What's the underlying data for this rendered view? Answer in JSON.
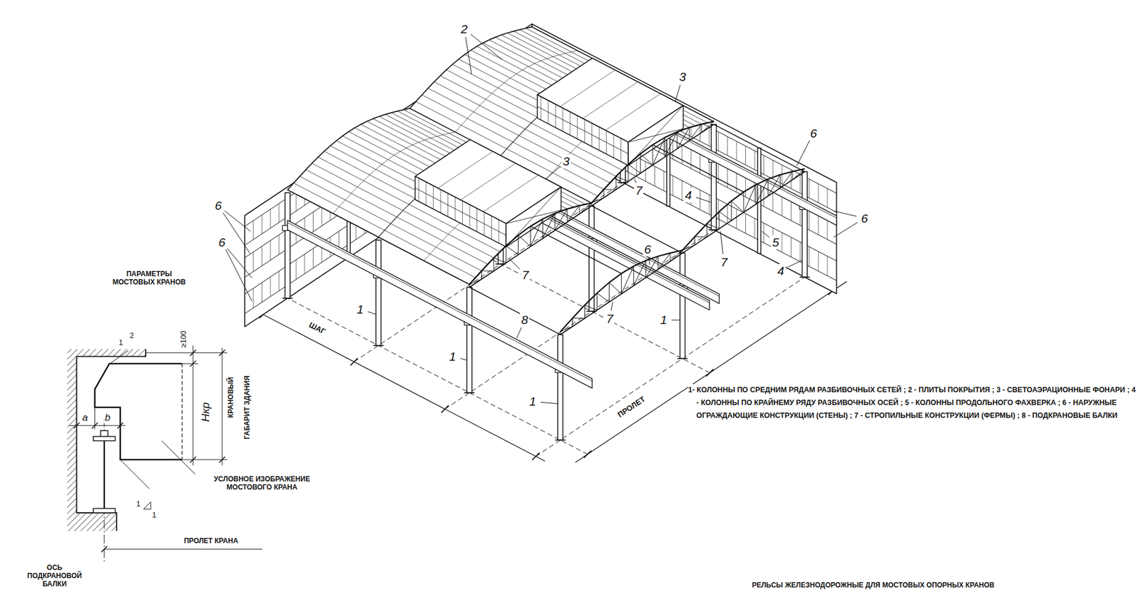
{
  "diagram": {
    "labels": [
      "2",
      "3",
      "6",
      "3",
      "7",
      "4",
      "6",
      "6",
      "6",
      "6",
      "5",
      "7",
      "4",
      "ПАРАМЕТРЫ МОСТОВЫХ КРАНОВ",
      "7",
      "1",
      "ШАГ",
      "8",
      "1",
      "7",
      "2",
      "1",
      "≥100",
      "1",
      "КРАНОВЫЙ",
      "ГАБАРИТ ЗДАНИЯ",
      "1",
      "ПРОЛЕТ",
      "a",
      "b",
      "Нкр",
      "1- КОЛОННЫ ПО СРЕДНИМ РЯДАМ РАЗБИВОЧНЫХ СЕТЕЙ ; 2 - ПЛИТЫ ПОКРЫТИЯ ; 3 - СВЕТОАЭРАЦИОННЫЕ ФОНАРИ ; 4 - КОЛОННЫ ПО КРАЙНЕМУ РЯДУ РАЗБИВОЧНЫХ ОСЕЙ ; 5 - КОЛОННЫ ПРОДОЛЬНОГО ФАХВЕРКА ; 6 - НАРУЖНЫЕ ОГРАЖДАЮЩИЕ КОНСТРУКЦИИ (СТЕНЫ) ; 7 - СТРОПИЛЬНЫЕ КОНСТРУКЦИИ (ФЕРМЫ) ; 8 - ПОДКРАНОВЫЕ БАЛКИ",
      "УСЛОВНОЕ ИЗОБРАЖЕНИЕ МОСТОВОГО КРАНА",
      "1",
      "1",
      "ПРОЛЕТ КРАНА",
      "ОСЬ ПОДКРАНОВОЙ БАЛКИ",
      "РЕЛЬСЫ ЖЕЛЕЗНОДОРОЖНЫЕ ДЛЯ МОСТОВЫХ ОПОРНЫХ КРАНОВ"
    ]
  }
}
